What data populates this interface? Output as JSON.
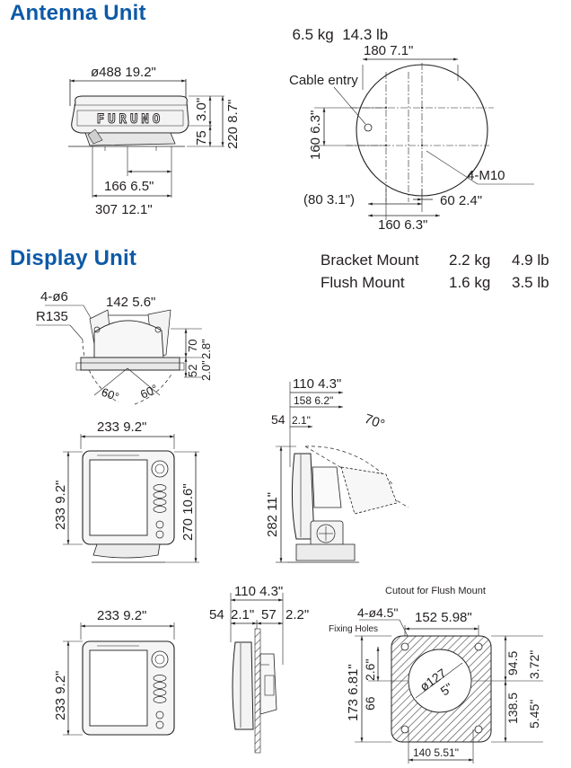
{
  "antenna": {
    "title": "Antenna Unit",
    "weight_kg": "6.5 kg",
    "weight_lb": "14.3 lb",
    "dims": {
      "diameter": "ø488  19.2\"",
      "height_upper": "3.0\"",
      "height_total": "220  8.7\"",
      "height_base": "75",
      "base_inner": "166  6.5\"",
      "base_outer": "307  12.1\"",
      "top_width": "180  7.1\"",
      "cable_entry": "Cable entry",
      "left_height": "160  6.3\"",
      "bolts": "4-M10",
      "offset": "(80  3.1\")",
      "offset_right": "60  2.4\"",
      "bottom_width": "160  6.3\""
    },
    "brand": "FURUNO"
  },
  "display": {
    "title": "Display Unit",
    "weights": [
      {
        "mount": "Bracket Mount",
        "kg": "2.2 kg",
        "lb": "4.9 lb"
      },
      {
        "mount": "Flush Mount",
        "kg": "1.6 kg",
        "lb": "3.5 lb"
      }
    ],
    "bracket_top": {
      "holes": "4-ø6",
      "spacing": "142  5.6\"",
      "radius": "R135",
      "h1": "70",
      "h1_in": "2.8\"",
      "h2": "52",
      "h2_in": "2.0\"",
      "angle_l": "60°",
      "angle_r": "60°"
    },
    "front": {
      "width": "233  9.2\"",
      "height_body": "233  9.2\"",
      "height_total": "270  10.6\""
    },
    "side": {
      "depth": "110  4.3\"",
      "depth_total": "158  6.2\"",
      "front_depth": "54",
      "front_depth_in": "2.1\"",
      "tilt": "70°",
      "height": "282  11\""
    },
    "flush_front": {
      "width": "233  9.2\"",
      "height": "233  9.2\""
    },
    "flush_side": {
      "depth": "110  4.3\"",
      "front": "54",
      "front_in": "2.1\"",
      "rear": "57",
      "rear_in": "2.2\""
    },
    "cutout": {
      "title": "Cutout for Flush Mount",
      "holes": "4-ø4.5\"",
      "holes_label": "Fixing Holes",
      "width": "152  5.98\"",
      "hole_dia": "ø127",
      "hole_dia_in": "5\"",
      "left_h": "173  6.81\"",
      "left_in": "2.6\"",
      "left_mm": "66",
      "right_top": "94.5",
      "right_top_in": "3.72\"",
      "right_bot": "138.5",
      "right_bot_in": "5.45\"",
      "bottom": "140  5.51\""
    }
  }
}
